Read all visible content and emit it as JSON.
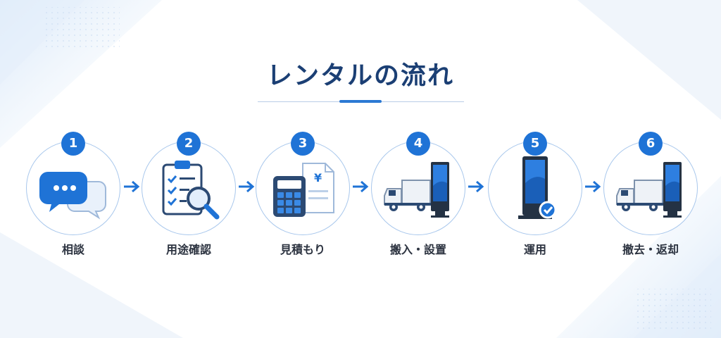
{
  "title": "レンタルの流れ",
  "colors": {
    "title": "#1b3f74",
    "accent": "#1f73d6",
    "ring": "#a8c7ec",
    "label": "#2c3340"
  },
  "steps": [
    {
      "number": "1",
      "label": "相談",
      "icon": "chat-bubbles-icon"
    },
    {
      "number": "2",
      "label": "用途確認",
      "icon": "clipboard-magnifier-icon"
    },
    {
      "number": "3",
      "label": "見積もり",
      "icon": "calculator-yen-document-icon"
    },
    {
      "number": "4",
      "label": "搬入・設置",
      "icon": "truck-signage-icon"
    },
    {
      "number": "5",
      "label": "運用",
      "icon": "signage-check-icon"
    },
    {
      "number": "6",
      "label": "撤去・返却",
      "icon": "truck-signage-return-icon"
    }
  ]
}
